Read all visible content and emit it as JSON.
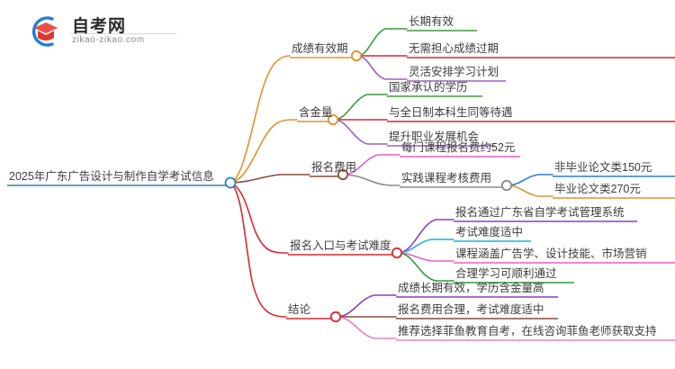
{
  "logo": {
    "name_cn": "自考网",
    "url": "zikao-zikao.com",
    "mark_arc_color": "#1c7fd4",
    "mark_cap_color": "#e0342f"
  },
  "mindmap": {
    "root": {
      "label": "2025年广东广告设计与制作自学考试信息",
      "node_color": "#2b7fc4",
      "underline_color": "#2b7fc4"
    },
    "branches": [
      {
        "label": "成绩有效期",
        "color": "#e8902b",
        "node_color": "#e8902b",
        "children": [
          {
            "label": "长期有效",
            "color": "#3f9a3f"
          },
          {
            "label": "无需担心成绩过期",
            "color": "#d9282f"
          },
          {
            "label": "灵活安排学习计划",
            "color": "#9a63c4"
          }
        ]
      },
      {
        "label": "含金量",
        "color": "#e8902b",
        "node_color": "#e8902b",
        "children": [
          {
            "label": "国家承认的学历",
            "color": "#3f9a3f"
          },
          {
            "label": "与全日制本科生同等待遇",
            "color": "#d9282f"
          },
          {
            "label": "提升职业发展机会",
            "color": "#9a63c4"
          }
        ]
      },
      {
        "label": "报名费用",
        "color": "#8a4b3c",
        "node_color": "#8a4b3c",
        "children": [
          {
            "label": "每门课程报名费约52元",
            "color": "#ea5fc0"
          },
          {
            "label": "实践课程考核费用",
            "color": "#8a8a8a",
            "node_color": "#8a8a8a",
            "children": [
              {
                "label": "非毕业论文类150元",
                "color": "#2b7fc4"
              },
              {
                "label": "毕业论文类270元",
                "color": "#e8902b"
              }
            ]
          }
        ]
      },
      {
        "label": "报名入口与考试难度",
        "color": "#d9282f",
        "node_color": "#d9282f",
        "children": [
          {
            "label": "报名通过广东省自学考试管理系统",
            "color": "#8a3fc4"
          },
          {
            "label": "考试难度适中",
            "color": "#19b4d9"
          },
          {
            "label": "课程涵盖广告学、设计技能、市场营销",
            "color": "#ea5fc0"
          },
          {
            "label": "合理学习可顺利通过",
            "color": "#2f9b3f"
          }
        ]
      },
      {
        "label": "结论",
        "color": "#d9282f",
        "node_color": "#d9282f",
        "children": [
          {
            "label": "成绩长期有效，学历含金量高",
            "color": "#8a3fc4"
          },
          {
            "label": "报名费用合理，考试难度适中",
            "color": "#8a4b3c"
          },
          {
            "label": "推荐选择菲鱼教育自考，在线咨询菲鱼老师获取支持",
            "color": "#ea80c8"
          }
        ]
      }
    ]
  }
}
